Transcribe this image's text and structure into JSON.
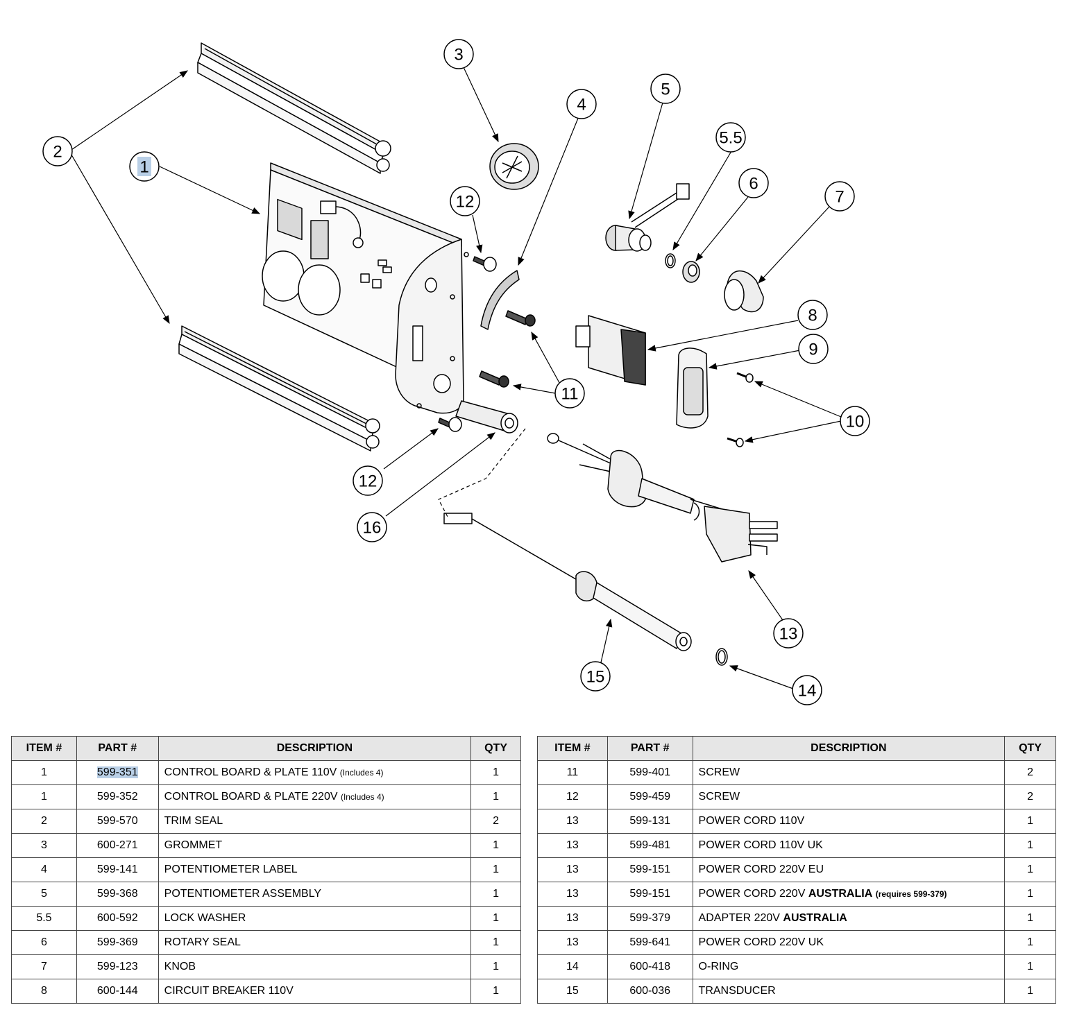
{
  "callouts": {
    "c1": "1",
    "c2": "2",
    "c3": "3",
    "c4": "4",
    "c5": "5",
    "c55": "5.5",
    "c6": "6",
    "c7": "7",
    "c8": "8",
    "c9": "9",
    "c10": "10",
    "c11": "11",
    "c12a": "12",
    "c12b": "12",
    "c13": "13",
    "c14": "14",
    "c15": "15",
    "c16": "16"
  },
  "table_headers": {
    "item": "ITEM #",
    "part": "PART #",
    "description": "DESCRIPTION",
    "qty": "QTY"
  },
  "left_rows": [
    {
      "item": "1",
      "part": "599-351",
      "desc": "CONTROL BOARD & PLATE 110V",
      "note": "(Includes 4)",
      "qty": "1"
    },
    {
      "item": "1",
      "part": "599-352",
      "desc": "CONTROL BOARD & PLATE 220V",
      "note": "(Includes 4)",
      "qty": "1"
    },
    {
      "item": "2",
      "part": "599-570",
      "desc": "TRIM SEAL",
      "qty": "2"
    },
    {
      "item": "3",
      "part": "600-271",
      "desc": "GROMMET",
      "qty": "1"
    },
    {
      "item": "4",
      "part": "599-141",
      "desc": "POTENTIOMETER LABEL",
      "qty": "1"
    },
    {
      "item": "5",
      "part": "599-368",
      "desc": "POTENTIOMETER ASSEMBLY",
      "qty": "1"
    },
    {
      "item": "5.5",
      "part": "600-592",
      "desc": "LOCK WASHER",
      "qty": "1"
    },
    {
      "item": "6",
      "part": "599-369",
      "desc": "ROTARY SEAL",
      "qty": "1"
    },
    {
      "item": "7",
      "part": "599-123",
      "desc": "KNOB",
      "qty": "1"
    },
    {
      "item": "8",
      "part": "600-144",
      "desc": "CIRCUIT BREAKER 110V",
      "qty": "1"
    }
  ],
  "right_rows": [
    {
      "item": "11",
      "part": "599-401",
      "desc": "SCREW",
      "qty": "2"
    },
    {
      "item": "12",
      "part": "599-459",
      "desc": "SCREW",
      "qty": "2"
    },
    {
      "item": "13",
      "part": "599-131",
      "desc": "POWER CORD 110V",
      "qty": "1"
    },
    {
      "item": "13",
      "part": "599-481",
      "desc": "POWER CORD 110V UK",
      "qty": "1"
    },
    {
      "item": "13",
      "part": "599-151",
      "desc": "POWER CORD 220V EU",
      "qty": "1"
    },
    {
      "item": "13",
      "part": "599-151",
      "desc": "POWER CORD 220V",
      "bold": "AUSTRALIA",
      "note": "(requires 599-379)",
      "qty": "1"
    },
    {
      "item": "13",
      "part": "599-379",
      "desc": "ADAPTER 220V",
      "bold": "AUSTRALIA",
      "qty": "1"
    },
    {
      "item": "13",
      "part": "599-641",
      "desc": "POWER CORD 220V UK",
      "qty": "1"
    },
    {
      "item": "14",
      "part": "600-418",
      "desc": "O-RING",
      "qty": "1"
    },
    {
      "item": "15",
      "part": "600-036",
      "desc": "TRANSDUCER",
      "qty": "1"
    }
  ]
}
